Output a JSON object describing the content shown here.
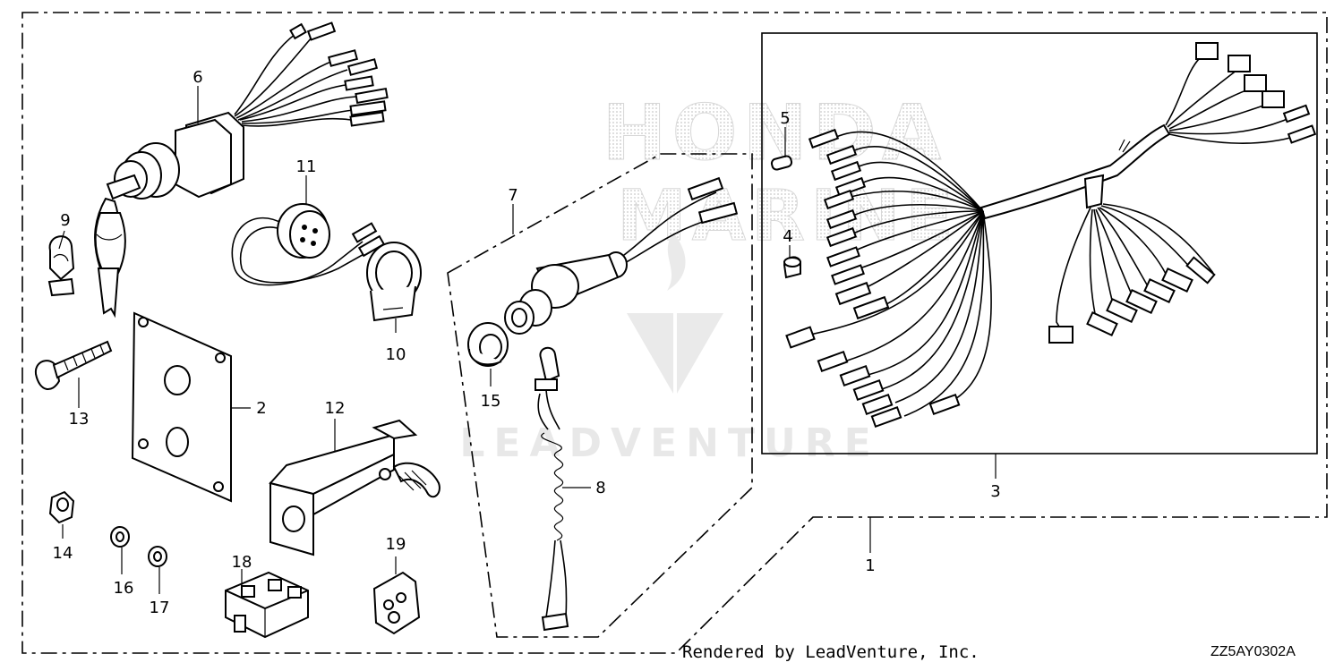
{
  "watermark": {
    "brand_top": "HONDA",
    "brand_bottom": "MARINE",
    "company": "LEADVENTURE"
  },
  "callouts": {
    "c1": "1",
    "c2": "2",
    "c3": "3",
    "c4": "4",
    "c5": "5",
    "c6": "6",
    "c7": "7",
    "c8": "8",
    "c9": "9",
    "c10": "10",
    "c11": "11",
    "c12": "12",
    "c13": "13",
    "c14": "14",
    "c15": "15",
    "c16": "16",
    "c17": "17",
    "c18": "18",
    "c19": "19"
  },
  "footer": {
    "credit": "Rendered by LeadVenture, Inc.",
    "diagram_code": "ZZ5AY0302A"
  }
}
